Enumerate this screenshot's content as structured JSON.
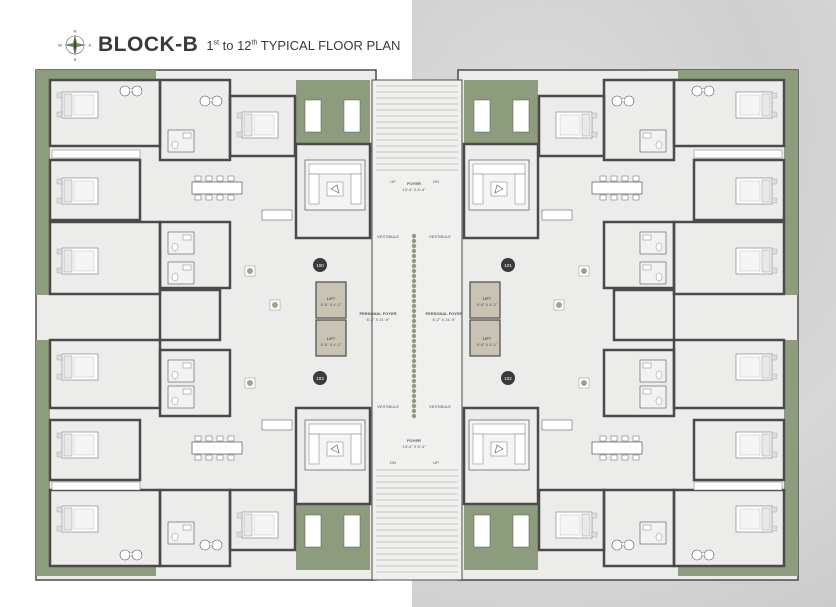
{
  "header": {
    "block_title": "BLOCK-B",
    "sub_prefix": "1",
    "sup1": "st",
    "sub_mid": " to 12",
    "sup2": "th",
    "sub_suffix": " TYPICAL FLOOR PLAN",
    "compass_n": "N",
    "compass_s": "S",
    "compass_e": "E",
    "compass_w": "W"
  },
  "plan": {
    "foyer_top_label": "FOYER",
    "foyer_top_size": "13'-4\" X 6'-4\"",
    "foyer_bottom_label": "FOYER",
    "foyer_bottom_size": "13'-4\" X 6'-4\"",
    "up": "UP",
    "dn": "DN",
    "vestibule": "VESTIBULE",
    "lift": "LIFT",
    "lift_size": "6'-6\" X 4'-1\"",
    "lift_size_b": "6'-6\" X 4'-2\"",
    "personal_foyer": "PERSONAL FOYER",
    "personal_foyer_size_left": "6'-2\" X 21'-9\"",
    "personal_foyer_size_right": "6'-2\" X 21'-9\"",
    "unit_100": "100",
    "unit_101": "101",
    "unit_102": "102",
    "unit_103": "103"
  },
  "colors": {
    "green": "#8d9c7c",
    "floor": "#ececea",
    "wall": "#4a4a4a",
    "lift": "#c8c3b2"
  }
}
